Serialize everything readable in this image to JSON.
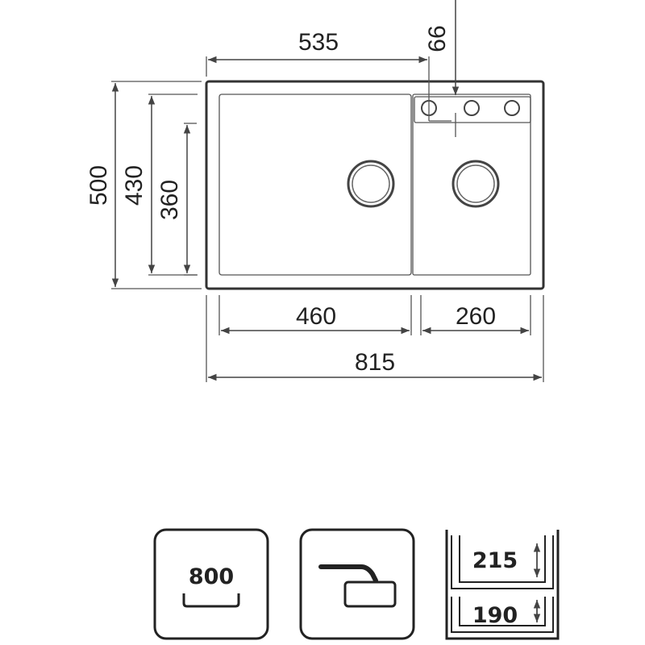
{
  "dimensions": {
    "top_width": "535",
    "faucet_offset": "66",
    "total_height": "500",
    "inner_height": "430",
    "bowl_height": "360",
    "main_bowl_width": "460",
    "small_bowl_width": "260",
    "total_width": "815"
  },
  "icons": {
    "cabinet_width": "800",
    "depth_main": "215",
    "depth_small": "190"
  },
  "colors": {
    "line": "#333333",
    "text": "#222222"
  }
}
